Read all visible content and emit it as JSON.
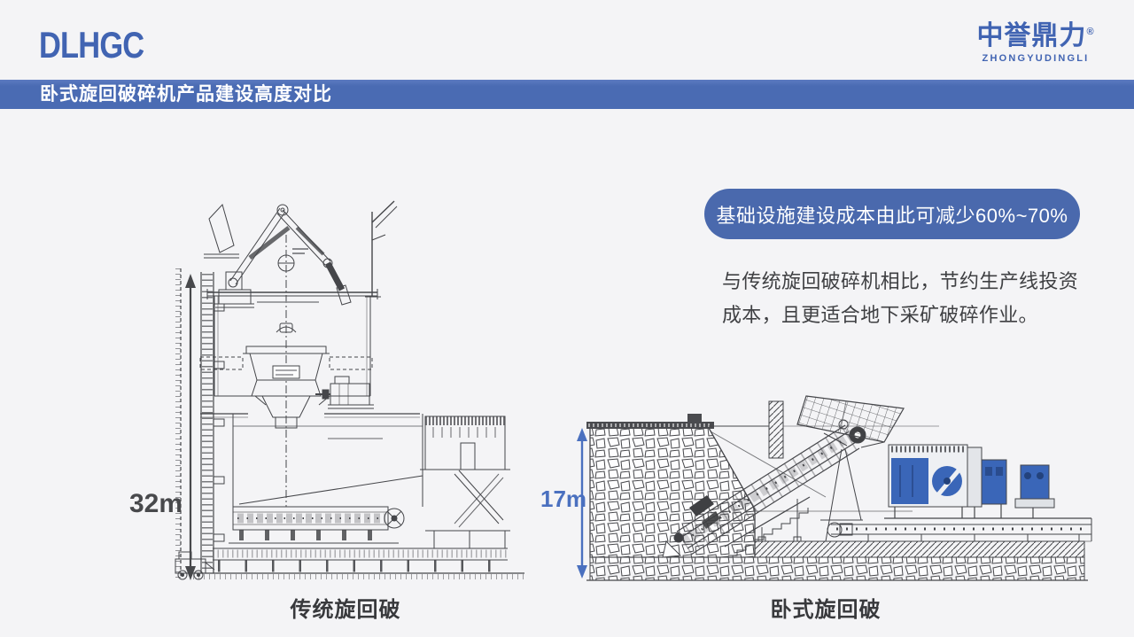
{
  "brand": {
    "logo": "DLHGC",
    "company_cn": "中誉鼎力",
    "registered_mark": "®",
    "company_en": "ZHONGYUDINGLI"
  },
  "header": {
    "title": "卧式旋回破碎机产品建设高度对比"
  },
  "callout": {
    "text": "基础设施建设成本由此可减少60%~70%"
  },
  "description": {
    "text": "与传统旋回破碎机相比，节约生产线投资成本，且更适合地下采矿破碎作业。"
  },
  "figures": {
    "traditional": {
      "dimension": "32m",
      "caption": "传统旋回破"
    },
    "horizontal": {
      "dimension": "17m",
      "caption": "卧式旋回破"
    }
  },
  "colors": {
    "background": "#f4f4f6",
    "header_blue": "#4a6bb3",
    "callout_blue": "#4a69ad",
    "logo_blue": "#4164b2",
    "dimension_arrow_dark": "#48494c",
    "dimension_arrow_blue": "#4a70bf",
    "machinery_blue": "#3a66b8",
    "text_dark": "#3f4043"
  }
}
